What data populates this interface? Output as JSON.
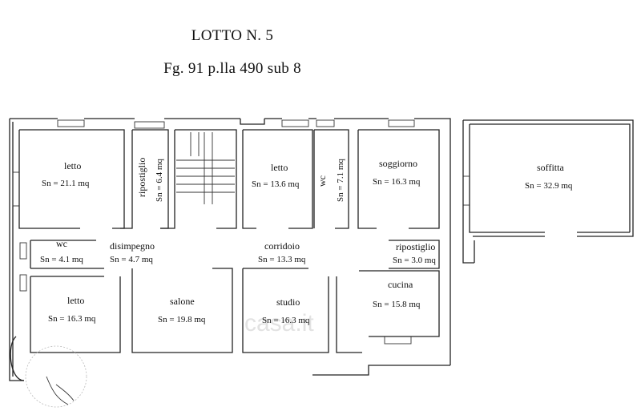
{
  "header": {
    "lot": "LOTTO N. 5",
    "cadastral": "Fg. 91 p.lla 490 sub 8"
  },
  "rooms": {
    "letto_1": {
      "name": "letto",
      "area": "Sn = 21.1 mq"
    },
    "ripostiglio_1": {
      "name": "ripostiglio",
      "area": "Sn = 6.4 mq"
    },
    "letto_2": {
      "name": "letto",
      "area": "Sn = 13.6 mq"
    },
    "wc_1": {
      "name": "wc",
      "area": "Sn = 7.1 mq"
    },
    "soggiorno": {
      "name": "soggiorno",
      "area": "Sn = 16.3 mq"
    },
    "soffitta": {
      "name": "soffitta",
      "area": "Sn = 32.9 mq"
    },
    "wc_2": {
      "name": "wc",
      "area": "Sn = 4.1 mq"
    },
    "disimpegno": {
      "name": "disimpegno",
      "area": "Sn = 4.7 mq"
    },
    "corridoio": {
      "name": "corridoio",
      "area": "Sn = 13.3 mq"
    },
    "ripostiglio_2": {
      "name": "ripostiglio",
      "area": "Sn = 3.0 mq"
    },
    "letto_3": {
      "name": "letto",
      "area": "Sn = 16.3 mq"
    },
    "salone": {
      "name": "salone",
      "area": "Sn = 19.8 mq"
    },
    "studio": {
      "name": "studio",
      "area": "Sn = 16.3 mq"
    },
    "cucina": {
      "name": "cucina",
      "area": "Sn = 15.8 mq"
    }
  },
  "watermark": {
    "text": "casa.it"
  },
  "colors": {
    "line": "#222222",
    "paper": "#ffffff",
    "watermark": "#cfcfcf"
  }
}
